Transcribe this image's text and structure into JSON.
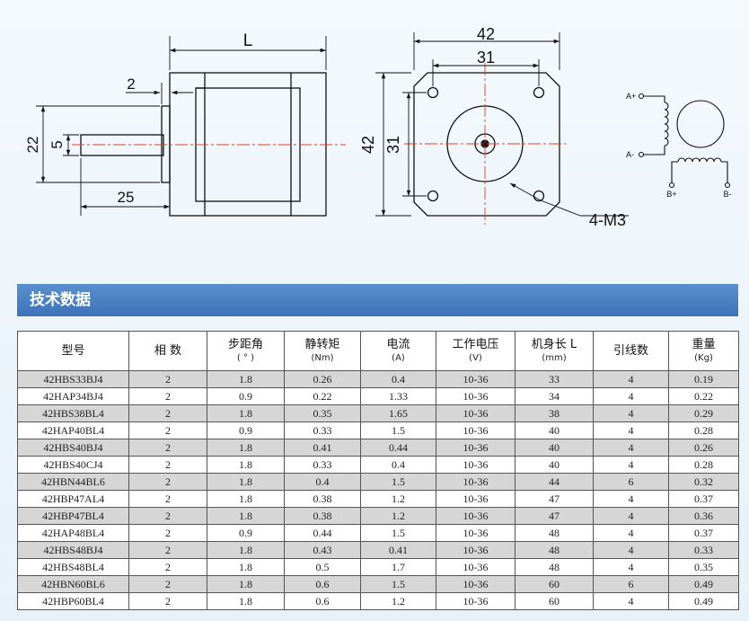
{
  "drawing": {
    "dim_L": "L",
    "dim_2": "2",
    "dim_22": "22",
    "dim_5": "5",
    "dim_25": "25",
    "dim_42_top": "42",
    "dim_31_top": "31",
    "dim_42_side": "42",
    "dim_31_side": "31",
    "hole_label": "4-M3",
    "wiring": {
      "a_plus": "A+",
      "a_minus": "A-",
      "b_plus": "B+",
      "b_minus": "B-"
    }
  },
  "section": {
    "title": "技术数据"
  },
  "table": {
    "headers": [
      {
        "label": "型号",
        "sub": ""
      },
      {
        "label": "相 数",
        "sub": ""
      },
      {
        "label": "步距角",
        "sub": "( ° )"
      },
      {
        "label": "静转矩",
        "sub": "(Nm)"
      },
      {
        "label": "电流",
        "sub": "(A)"
      },
      {
        "label": "工作电压",
        "sub": "(V)"
      },
      {
        "label": "机身长 L",
        "sub": "(mm)"
      },
      {
        "label": "引线数",
        "sub": ""
      },
      {
        "label": "重量",
        "sub": "(Kg)"
      }
    ],
    "rows": [
      [
        "42HBS33BJ4",
        "2",
        "1.8",
        "0.26",
        "0.4",
        "10-36",
        "33",
        "4",
        "0.19"
      ],
      [
        "42HAP34BJ4",
        "2",
        "0.9",
        "0.22",
        "1.33",
        "10-36",
        "34",
        "4",
        "0.22"
      ],
      [
        "42HBS38BL4",
        "2",
        "1.8",
        "0.35",
        "1.65",
        "10-36",
        "38",
        "4",
        "0.29"
      ],
      [
        "42HAP40BL4",
        "2",
        "0.9",
        "0.33",
        "1.5",
        "10-36",
        "40",
        "4",
        "0.28"
      ],
      [
        "42HBS40BJ4",
        "2",
        "1.8",
        "0.41",
        "0.44",
        "10-36",
        "40",
        "4",
        "0.26"
      ],
      [
        "42HBS40CJ4",
        "2",
        "1.8",
        "0.33",
        "0.4",
        "10-36",
        "40",
        "4",
        "0.28"
      ],
      [
        "42HBN44BL6",
        "2",
        "1.8",
        "0.4",
        "1.5",
        "10-36",
        "44",
        "6",
        "0.32"
      ],
      [
        "42HBP47AL4",
        "2",
        "1.8",
        "0.38",
        "1.2",
        "10-36",
        "47",
        "4",
        "0.37"
      ],
      [
        "42HBP47BL4",
        "2",
        "1.8",
        "0.38",
        "1.2",
        "10-36",
        "47",
        "4",
        "0.36"
      ],
      [
        "42HAP48BL4",
        "2",
        "0.9",
        "0.44",
        "1.5",
        "10-36",
        "48",
        "4",
        "0.37"
      ],
      [
        "42HBS48BJ4",
        "2",
        "1.8",
        "0.43",
        "0.41",
        "10-36",
        "48",
        "4",
        "0.33"
      ],
      [
        "42HBS48BL4",
        "2",
        "1.8",
        "0.5",
        "1.7",
        "10-36",
        "48",
        "4",
        "0.35"
      ],
      [
        "42HBN60BL6",
        "2",
        "1.8",
        "0.6",
        "1.5",
        "10-36",
        "60",
        "6",
        "0.49"
      ],
      [
        "42HBP60BL4",
        "2",
        "1.8",
        "0.6",
        "1.2",
        "10-36",
        "60",
        "4",
        "0.49"
      ]
    ]
  }
}
